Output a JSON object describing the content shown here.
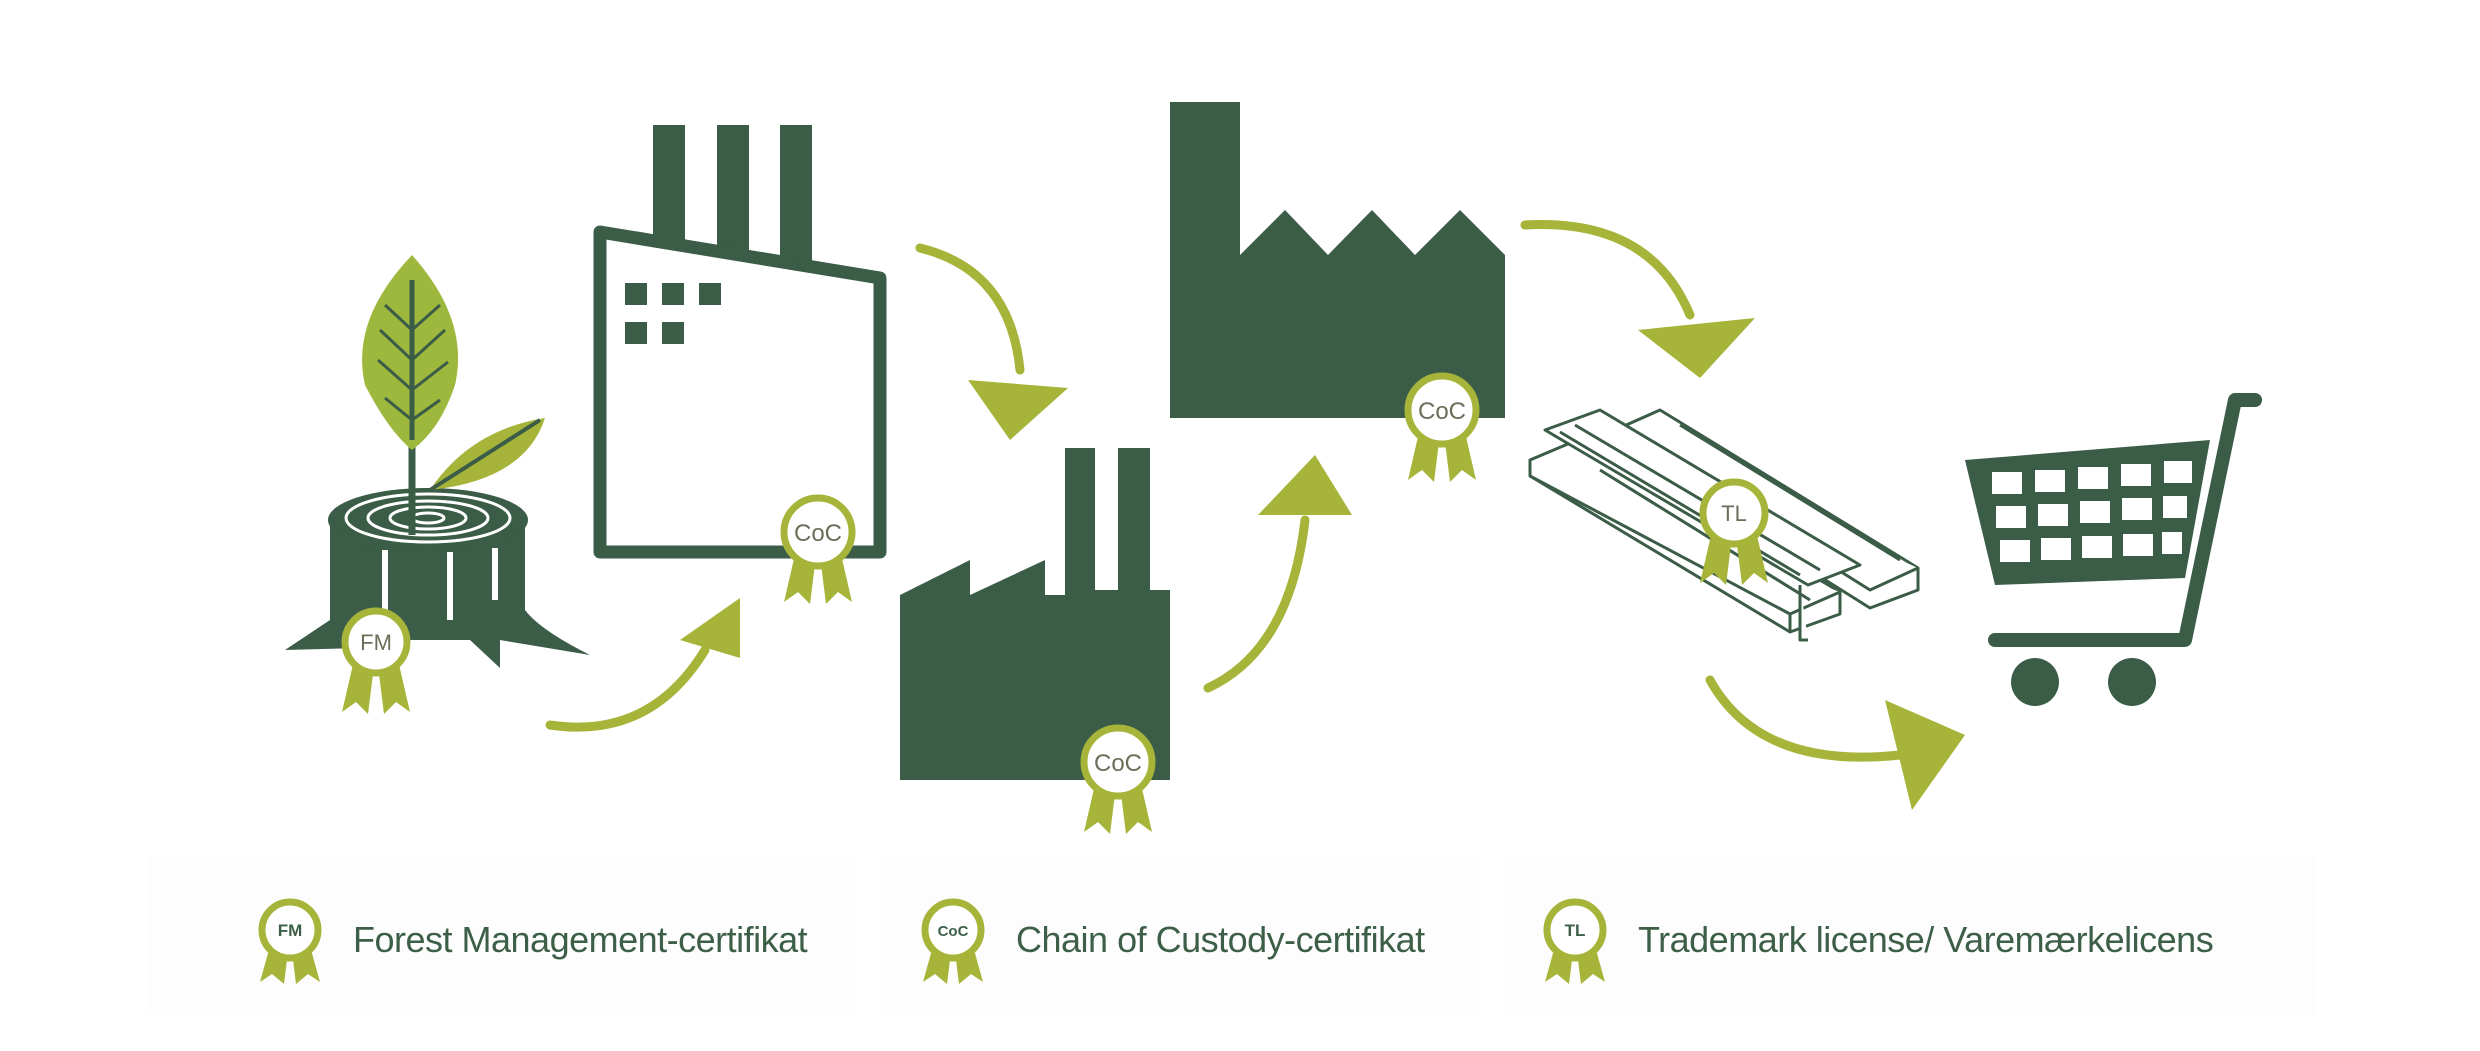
{
  "colors": {
    "dark_green": "#3b5c47",
    "light_green": "#a6b43a",
    "leaf_green": "#9db83d",
    "badge_text": "#6b6f5a"
  },
  "badges": {
    "fm": "FM",
    "coc": "CoC",
    "tl": "TL"
  },
  "legend": [
    {
      "badge": "FM",
      "label": "Forest Management-certifikat"
    },
    {
      "badge": "CoC",
      "label": "Chain of  Custody-certifikat"
    },
    {
      "badge": "TL",
      "label": "Trademark license/ Varemærkelicens"
    }
  ]
}
